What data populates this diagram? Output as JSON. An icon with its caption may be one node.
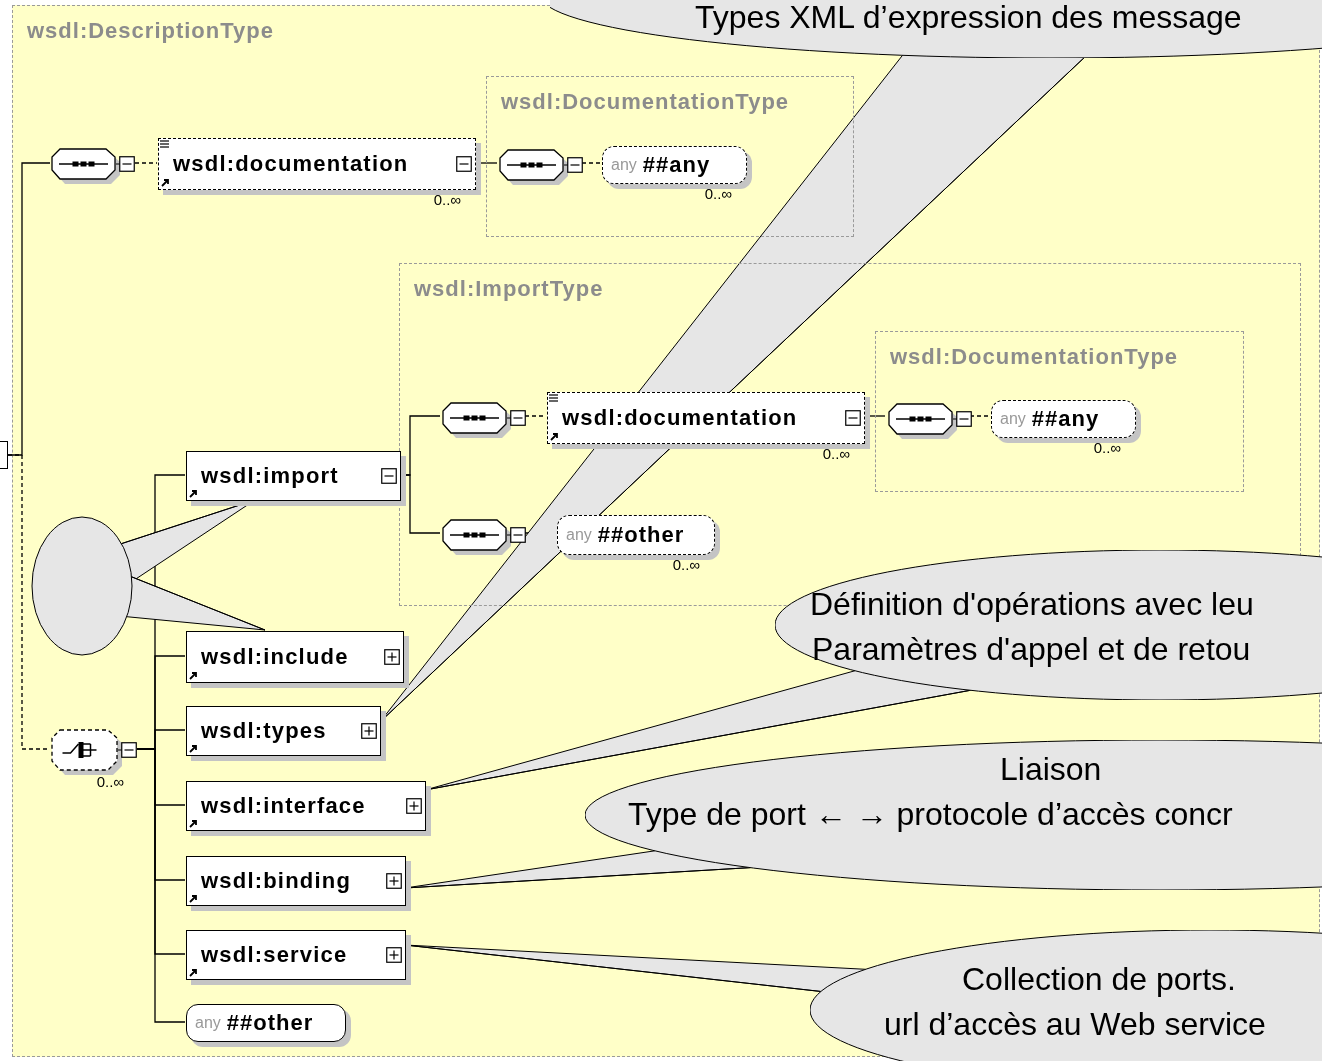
{
  "diagram": {
    "nodes": [
      {
        "text": [
          "wsdl:DescriptionType"
        ]
      },
      {
        "text": [],
        "shape": "octagon",
        "in": 0
      },
      {
        "text": [
          "wsdl:documentation"
        ],
        "beside": [
          "0..∞"
        ],
        "in": 0
      },
      {
        "text": [
          "wsdl:DocumentationType"
        ],
        "in": 0
      },
      {
        "text": [],
        "shape": "octagon",
        "in": 3
      },
      {
        "text": [
          "any",
          "##any"
        ],
        "beside": [
          "0..∞"
        ],
        "in": 3
      },
      {
        "text": [
          "wsdl:ImportType"
        ],
        "in": 0
      },
      {
        "text": [],
        "shape": "octagon",
        "in": 6
      },
      {
        "text": [
          "wsdl:documentation"
        ],
        "beside": [
          "0..∞"
        ],
        "in": 6
      },
      {
        "text": [
          "wsdl:DocumentationType"
        ],
        "in": 6
      },
      {
        "text": [],
        "shape": "octagon",
        "in": 9
      },
      {
        "text": [
          "any",
          "##any"
        ],
        "beside": [
          "0..∞"
        ],
        "in": 9
      },
      {
        "text": [],
        "shape": "octagon",
        "in": 6
      },
      {
        "text": [
          "any",
          "##other"
        ],
        "beside": [
          "0..∞"
        ],
        "in": 6
      },
      {
        "text": [],
        "shape": "octagon",
        "beside": [
          "0..∞"
        ],
        "in": 0
      },
      {
        "text": [
          "wsdl:import"
        ],
        "in": 0
      },
      {
        "text": [
          "wsdl:include"
        ],
        "in": 0
      },
      {
        "text": [
          "wsdl:types"
        ],
        "in": 0
      },
      {
        "text": [
          "wsdl:interface"
        ],
        "in": 0
      },
      {
        "text": [
          "wsdl:binding"
        ],
        "in": 0
      },
      {
        "text": [
          "wsdl:service"
        ],
        "in": 0
      },
      {
        "text": [
          "any",
          "##other"
        ],
        "in": 0
      },
      {
        "text": [],
        "shape": "box"
      },
      {
        "text": [
          "Types XML d’expression des message"
        ]
      },
      {
        "text": [],
        "shape": "ellipse",
        "in": 0
      },
      {
        "text": [
          "Définition d'opérations avec leu",
          "Paramètres d'appel et de retou"
        ]
      },
      {
        "text": [
          "Liaison",
          "Type de port ← → protocole d’accès concr"
        ]
      },
      {
        "text": [
          "Collection de ports.",
          "url d’accès au Web service"
        ]
      }
    ],
    "edges": [
      {
        "from": 22,
        "to": 1,
        "arrow": "none"
      },
      {
        "from": 22,
        "to": 14,
        "arrow": "none",
        "style": "dashed"
      },
      {
        "from": 1,
        "to": 2,
        "arrow": "none",
        "style": "dashed"
      },
      {
        "from": 2,
        "to": 4,
        "arrow": "none"
      },
      {
        "from": 4,
        "to": 5,
        "arrow": "none",
        "style": "dashed"
      },
      {
        "from": 15,
        "to": 7,
        "arrow": "none"
      },
      {
        "from": 15,
        "to": 12,
        "arrow": "none"
      },
      {
        "from": 7,
        "to": 8,
        "arrow": "none",
        "style": "dashed"
      },
      {
        "from": 8,
        "to": 10,
        "arrow": "none"
      },
      {
        "from": 10,
        "to": 11,
        "arrow": "none",
        "style": "dashed"
      },
      {
        "from": 12,
        "to": 13,
        "arrow": "none",
        "style": "dashed"
      },
      {
        "from": 14,
        "to": 15,
        "arrow": "none"
      },
      {
        "from": 14,
        "to": 16,
        "arrow": "none"
      },
      {
        "from": 14,
        "to": 17,
        "arrow": "none"
      },
      {
        "from": 14,
        "to": 18,
        "arrow": "none"
      },
      {
        "from": 14,
        "to": 19,
        "arrow": "none"
      },
      {
        "from": 14,
        "to": 20,
        "arrow": "none"
      },
      {
        "from": 14,
        "to": 21,
        "arrow": "none"
      },
      {
        "from": 23,
        "to": 17,
        "arrow": "none"
      },
      {
        "from": 24,
        "to": 15,
        "arrow": "none"
      },
      {
        "from": 24,
        "to": 16,
        "arrow": "none"
      },
      {
        "from": 25,
        "to": 18,
        "arrow": "none"
      },
      {
        "from": 26,
        "to": 19,
        "arrow": "none"
      },
      {
        "from": 27,
        "to": 20,
        "arrow": "none"
      }
    ]
  }
}
